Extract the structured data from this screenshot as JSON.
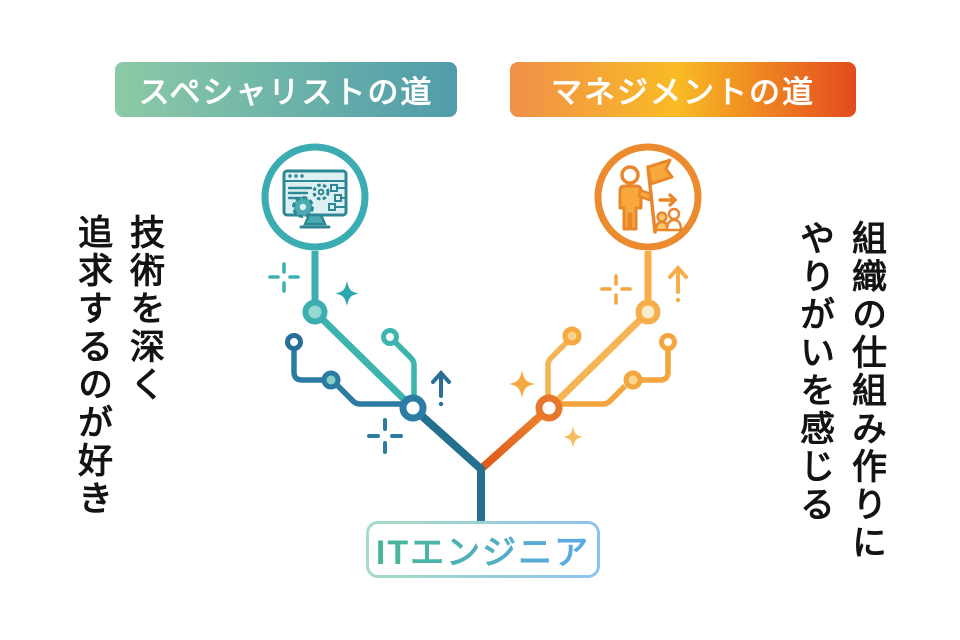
{
  "badges": {
    "specialist": "スペシャリストの道",
    "management": "マネジメントの道"
  },
  "captions": {
    "specialist": {
      "line1": "技術を深く",
      "line2": "追求するのが好き"
    },
    "management": {
      "line1": "組織の仕組み作りに",
      "line2": "やりがいを感じる"
    }
  },
  "root": {
    "label": "ITエンジニア"
  },
  "icons": {
    "specialist": "monitor-gears-icon",
    "management": "leader-flag-icon"
  },
  "palette": {
    "specialist_teal": "#3aaeb0",
    "specialist_blue": "#2b7ba2",
    "specialist_dark_stem": "#24708e",
    "management_light": "#f6b554",
    "management_mid": "#f3a63e",
    "management_dark": "#e8772b",
    "management_stem_end": "#dc5a19",
    "badge_specialist_gradient_start": "#8ccaa6",
    "badge_specialist_gradient_end": "#4f9cab",
    "badge_management_gradient_start": "#f0904a",
    "badge_management_gradient_mid": "#f9bb25",
    "badge_management_gradient_end": "#e34a1d",
    "root_text_gradient_start": "#45b794",
    "root_text_gradient_end": "#5ba9e8",
    "caption_text": "#131313"
  }
}
